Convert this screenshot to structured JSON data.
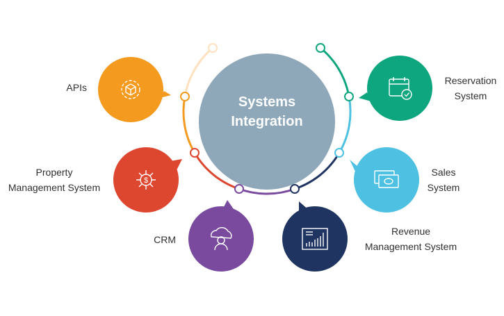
{
  "center": {
    "title_line1": "Systems",
    "title_line2": "Integration",
    "color": "#8EA8BA"
  },
  "nodes": [
    {
      "id": "apis",
      "label_line1": "APIs",
      "label_line2": "",
      "color": "#F39A1F",
      "icon": "cube-gear-icon"
    },
    {
      "id": "reservation",
      "label_line1": "Reservation",
      "label_line2": "System",
      "color": "#0DA67E",
      "icon": "calendar-check-icon"
    },
    {
      "id": "property",
      "label_line1": "Property",
      "label_line2": "Management System",
      "color": "#DD4730",
      "icon": "dollar-network-icon"
    },
    {
      "id": "sales",
      "label_line1": "Sales",
      "label_line2": "System",
      "color": "#4EC1E3",
      "icon": "cash-bills-icon"
    },
    {
      "id": "crm",
      "label_line1": "CRM",
      "label_line2": "",
      "color": "#7A4A9E",
      "icon": "cloud-user-icon"
    },
    {
      "id": "revenue",
      "label_line1": "Revenue",
      "label_line2": "Management System",
      "color": "#1F3461",
      "icon": "bar-chart-icon"
    }
  ],
  "ring_colors": [
    "#FFE1BF",
    "#F39A1F",
    "#DD4730",
    "#7A4A9E",
    "#1F3461",
    "#4EC1E3",
    "#0DA67E"
  ]
}
